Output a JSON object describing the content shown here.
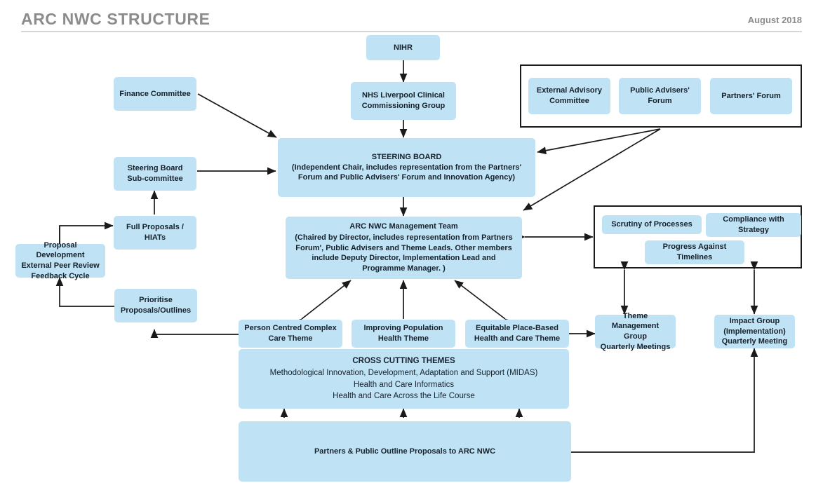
{
  "header": {
    "title": "ARC NWC STRUCTURE",
    "date": "August 2018"
  },
  "theme": {
    "box_fill": "#bfe3f5",
    "frame_stroke": "#1a1a1a",
    "arrow_stroke": "#1a1a1a",
    "header_color": "#8c8c8c",
    "text_color": "#16212b"
  },
  "nodes": {
    "nihr": {
      "label": "NIHR"
    },
    "ccg": {
      "line1": "NHS Liverpool Clinical",
      "line2": "Commissioning Group"
    },
    "finance_committee": {
      "label": "Finance Committee"
    },
    "steering_sub": {
      "line1": "Steering Board",
      "line2": "Sub-committee"
    },
    "full_proposals": {
      "line1": "Full Proposals /",
      "line2": "HIATs"
    },
    "proposal_dev": {
      "line1": "Proposal",
      "line2": "Development",
      "line3": "External Peer Review",
      "line4": "Feedback Cycle"
    },
    "prioritise": {
      "line1": "Prioritise",
      "line2": "Proposals/Outlines"
    },
    "steering_board": {
      "title": "STEERING BOARD",
      "detail_line1": "(Independent Chair, includes representation from the Partners'",
      "detail_line2": "Forum and Public Advisers' Forum and Innovation Agency)"
    },
    "management_team": {
      "title": "ARC NWC Management Team",
      "detail_line1": "(Chaired by Director, includes representation from Partners",
      "detail_line2": "Forum', Public Advisers and Theme Leads. Other members",
      "detail_line3": "include Deputy Director, Implementation Lead and",
      "detail_line4": "Programme Manager. )"
    },
    "external_advisory": {
      "line1": "External Advisory",
      "line2": "Committee"
    },
    "public_advisers_forum": {
      "line1": "Public Advisers'",
      "line2": "Forum"
    },
    "partners_forum": {
      "label": "Partners' Forum"
    },
    "scrutiny_processes": {
      "label": "Scrutiny of Processes"
    },
    "compliance_strategy": {
      "line1": "Compliance with",
      "line2": "Strategy"
    },
    "progress_timelines": {
      "line1": "Progress Against",
      "line2": "Timelines"
    },
    "theme_mgmt_group": {
      "line1": "Theme",
      "line2": "Management Group",
      "line3": "Quarterly Meetings"
    },
    "impact_group": {
      "line1": "Impact Group",
      "line2": "(Implementation)",
      "line3": "Quarterly Meeting"
    },
    "person_centred_theme": {
      "line1": "Person Centred Complex",
      "line2": "Care Theme"
    },
    "improving_population_theme": {
      "line1": "Improving Population",
      "line2": "Health Theme"
    },
    "equitable_place_theme": {
      "line1": "Equitable Place-Based",
      "line2": "Health and Care Theme"
    },
    "cross_cutting": {
      "heading": "CROSS CUTTING THEMES",
      "item1": "Methodological Innovation, Development, Adaptation and Support (MIDAS)",
      "item2": "Health and Care Informatics",
      "item3": "Health and Care Across the Life Course"
    },
    "partners_public_proposals": {
      "label": "Partners & Public Outline Proposals to ARC NWC"
    }
  }
}
